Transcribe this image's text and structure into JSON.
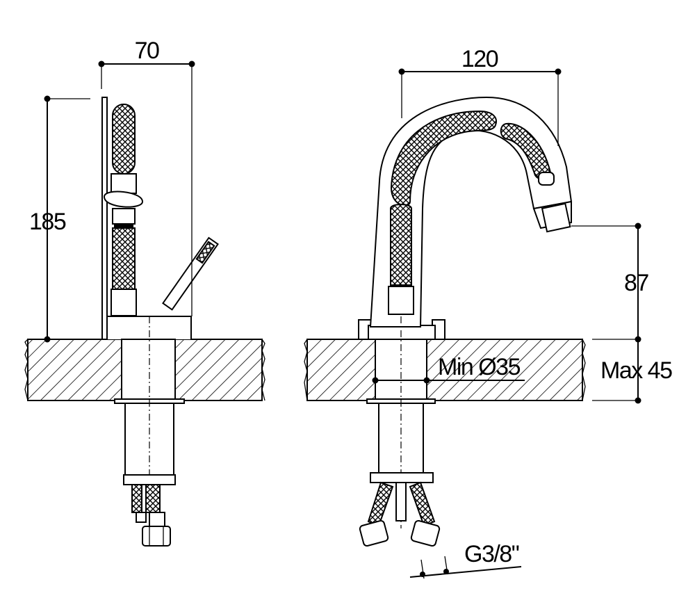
{
  "dimensions": {
    "width_side": "70",
    "height_side": "185",
    "width_front": "120",
    "spout_height": "87",
    "hole_diameter": "Min Ø35",
    "deck_thickness": "Max 45",
    "connection_thread": "G3/8\""
  }
}
